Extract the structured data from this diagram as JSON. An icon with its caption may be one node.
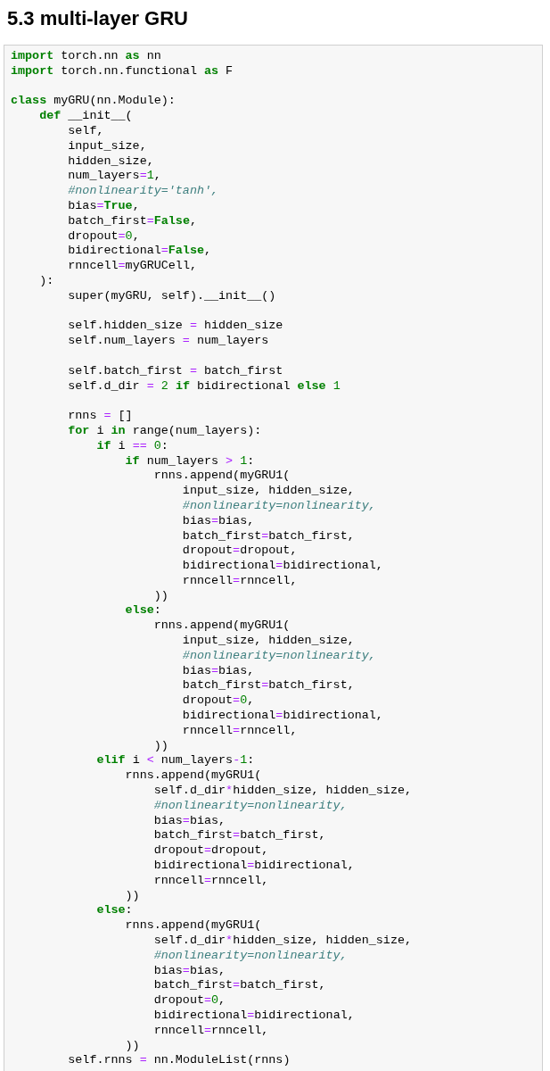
{
  "diagram": {
    "title": "5.3 multi-layer GRU",
    "labels": [
      "**import** torch.nn **as** nn",
      "**import** torch.nn.functional **as** F",
      "**class** myGRU(nn.Module):",
      "    **def** __init__(",
      "        self,",
      "        input_size,",
      "        hidden_size,",
      "        num_layers=1,",
      "        *#nonlinearity='tanh',*",
      "        bias=**True**,",
      "        batch_first=**False**,",
      "        dropout=0,",
      "        bidirectional=**False**,",
      "        rnncell=myGRUCell,",
      "    ):",
      "        super(myGRU, self).__init__()",
      "        self.hidden_size = hidden_size",
      "        self.num_layers = num_layers",
      "        self.batch_first = batch_first",
      "        self.d_dir = 2 **if** bidirectional **else** 1",
      "        rnns = []",
      "        **for** i **in** range(num_layers):",
      "            **if** i == 0:",
      "                **if** num_layers > 1:",
      "                    rnns.append(myGRU1(",
      "                        input_size, hidden_size,",
      "                        *#nonlinearity=nonlinearity,*",
      "                        bias=bias,",
      "                        batch_first=batch_first,",
      "                        dropout=dropout,",
      "                        bidirectional=bidirectional,",
      "                        rnncell=rnncell,",
      "                    ))",
      "                **else**:",
      "                    rnns.append(myGRU1(",
      "                        input_size, hidden_size,",
      "                        *#nonlinearity=nonlinearity,*",
      "                        bias=bias,",
      "                        batch_first=batch_first,",
      "                        dropout=0,",
      "                        bidirectional=bidirectional,",
      "                        rnncell=rnncell,",
      "                    ))",
      "            **elif** i < num_layers-1:",
      "                rnns.append(myGRU1(",
      "                    self.d_dir*hidden_size, hidden_size,",
      "                    *#nonlinearity=nonlinearity,*",
      "                    bias=bias,",
      "                    batch_first=batch_first,",
      "                    dropout=dropout,",
      "                    bidirectional=bidirectional,",
      "                    rnncell=rnncell,",
      "                ))",
      "            **else**:",
      "                rnns.append(myGRU1(",
      "                    self.d_dir*hidden_size, hidden_size,",
      "                    *#nonlinearity=nonlinearity,*",
      "                    bias=bias,",
      "                    batch_first=batch_first,",
      "                    dropout=0,",
      "                    bidirectional=bidirectional,",
      "                    rnncell=rnncell,",
      "                ))",
      "        self.rnns = nn.ModuleList(rnns)"
    ]
  }
}
